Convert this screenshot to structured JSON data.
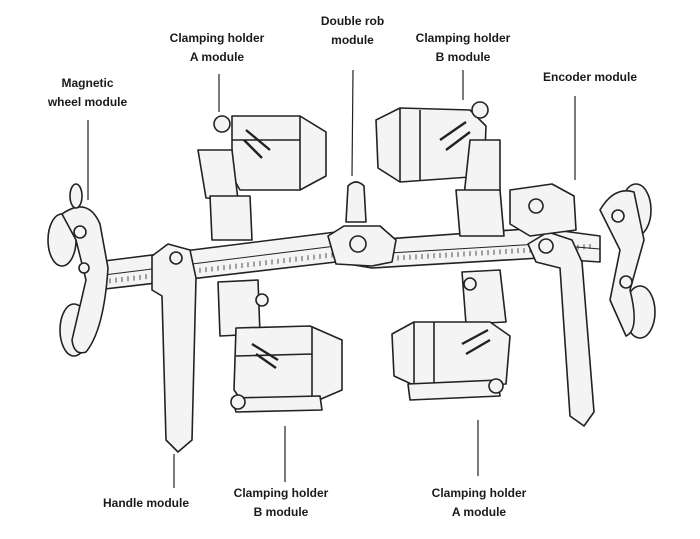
{
  "labels": {
    "clamp_a_top": [
      "Clamping holder",
      "A module"
    ],
    "double_rob": [
      "Double rob",
      "module"
    ],
    "clamp_b_top": [
      "Clamping holder",
      "B module"
    ],
    "magnetic": [
      "Magnetic",
      "wheel module"
    ],
    "encoder": [
      "Encoder module"
    ],
    "handle": [
      "Handle module"
    ],
    "clamp_b_bottom": [
      "Clamping holder",
      "B module"
    ],
    "clamp_a_bottom": [
      "Clamping holder",
      "A module"
    ]
  }
}
